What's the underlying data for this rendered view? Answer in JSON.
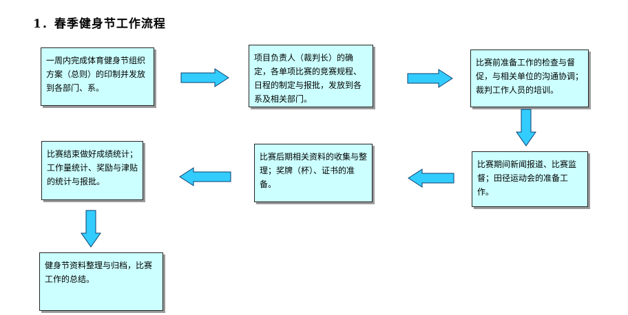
{
  "title": "1．春季健身节工作流程",
  "colors": {
    "box_fill": "#ccffff",
    "box_border": "#222222",
    "arrow_fill": "#33ccff",
    "arrow_stroke": "#0a3e6e"
  },
  "steps": [
    {
      "text": "一周内完成体育健身节组织方案（总则）的印制并发放到各部门、系。"
    },
    {
      "text": "项目负责人（裁判长）的确定，各单项比赛的竞赛规程、日程的制定与报批，发放到各系及相关部门。"
    },
    {
      "text": "比赛前准备工作的检查与督促，与相关单位的沟通协调；裁判工作人员的培训。"
    },
    {
      "text": "比赛期间新闻报道、比赛监督；田径运动会的准备工作。"
    },
    {
      "text": "比赛后期相关资料的收集与整理；奖牌（杯）、证书的准备。"
    },
    {
      "text": "比赛结束做好成绩统计；工作量统计、奖励与津贴的统计与报批。"
    },
    {
      "text": "健身节资料整理与归档，比赛工作的总结。"
    }
  ],
  "arrows": [
    {
      "direction": "right"
    },
    {
      "direction": "right"
    },
    {
      "direction": "down"
    },
    {
      "direction": "left"
    },
    {
      "direction": "left"
    },
    {
      "direction": "down"
    }
  ]
}
